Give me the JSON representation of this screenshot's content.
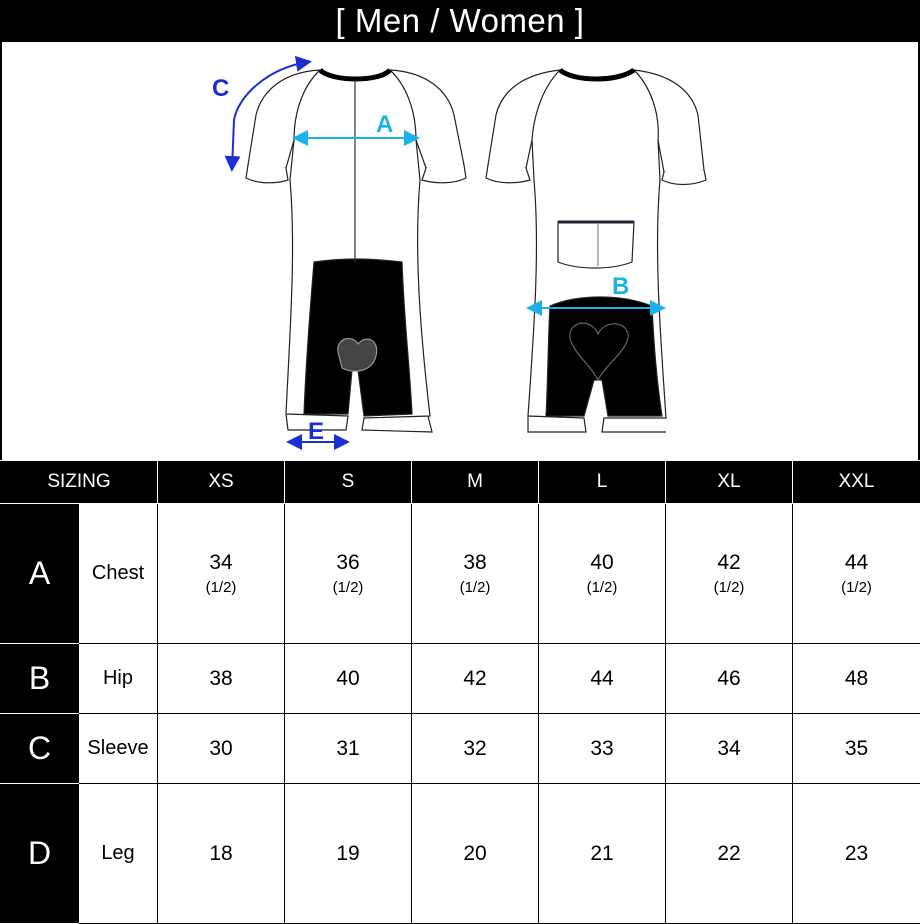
{
  "title": "[ Men / Women ]",
  "diagram_labels": {
    "a": "A",
    "b": "B",
    "c": "C",
    "e": "E"
  },
  "colors": {
    "cyan": "#1ab2e8",
    "blue": "#1b2fd0",
    "black": "#000000"
  },
  "table": {
    "header": [
      "SIZING",
      "XS",
      "S",
      "M",
      "L",
      "XL",
      "XXL"
    ],
    "rows": [
      {
        "letter": "A",
        "name": "Chest",
        "values": [
          "34",
          "36",
          "38",
          "40",
          "42",
          "44"
        ],
        "note": "(1/2)"
      },
      {
        "letter": "B",
        "name": "Hip",
        "values": [
          "38",
          "40",
          "42",
          "44",
          "46",
          "48"
        ]
      },
      {
        "letter": "C",
        "name": "Sleeve",
        "values": [
          "30",
          "31",
          "32",
          "33",
          "34",
          "35"
        ]
      },
      {
        "letter": "D",
        "name": "Leg",
        "values": [
          "18",
          "19",
          "20",
          "21",
          "22",
          "23"
        ]
      }
    ]
  }
}
